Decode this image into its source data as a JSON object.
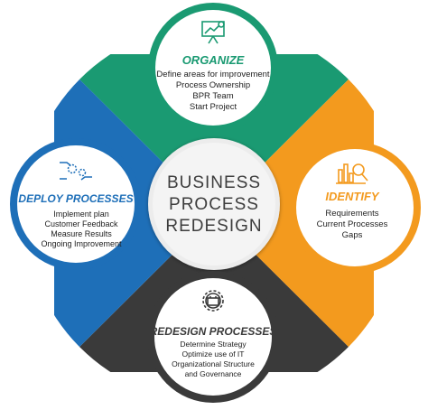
{
  "center": {
    "lines": [
      "BUSINESS",
      "PROCESS",
      "REDESIGN"
    ]
  },
  "organize": {
    "title": "ORGANIZE",
    "items": [
      "Define areas for improvement",
      "Process Ownership",
      "BPR Team",
      "Start Project"
    ],
    "color": "#1a9a72",
    "icon": "presentation-board-icon"
  },
  "identify": {
    "title": "IDENTIFY",
    "items": [
      "Requirements",
      "Current Processes",
      "Gaps"
    ],
    "color": "#f39a1e",
    "icon": "chart-magnifier-icon"
  },
  "redesign": {
    "title": "REDESIGN PROCESSES",
    "items": [
      "Determine Strategy",
      "Optimize use of IT",
      "Organizational Structure",
      "and Governance"
    ],
    "color": "#3a3a3a",
    "icon": "gear-toolbox-icon"
  },
  "deploy": {
    "title": "DEPLOY PROCESSES",
    "items": [
      "Implement plan",
      "Customer Feedback",
      "Measure Results",
      "Ongoing Improvement"
    ],
    "color": "#1e6fb8",
    "icon": "hands-gears-icon"
  }
}
